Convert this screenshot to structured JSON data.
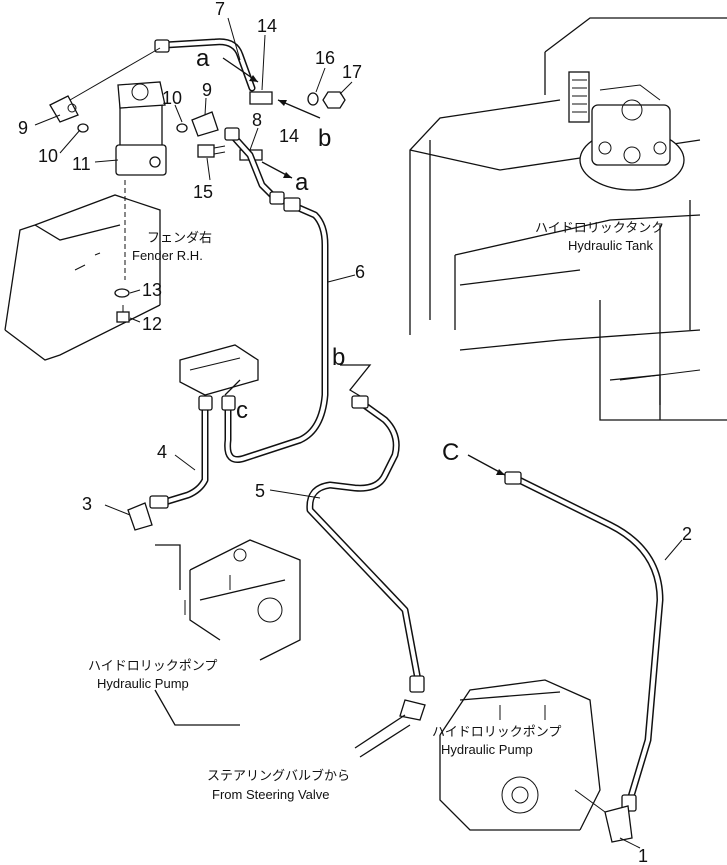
{
  "parts": {
    "p1": "1",
    "p2": "2",
    "p3": "3",
    "p4": "4",
    "p5": "5",
    "p6": "6",
    "p7": "7",
    "p8": "8",
    "p9a": "9",
    "p9b": "9",
    "p10a": "10",
    "p10b": "10",
    "p11": "11",
    "p12": "12",
    "p13": "13",
    "p14a": "14",
    "p14b": "14",
    "p15": "15",
    "p16": "16",
    "p17": "17"
  },
  "refs": {
    "a_top": "a",
    "a_right": "a",
    "b_top": "b",
    "b_mid": "b",
    "c_mid": "c",
    "c_right": "C"
  },
  "captions": {
    "fender_jp": "フェンダ右",
    "fender_en": "Fender R.H.",
    "tank_jp": "ハイドロリックタンク",
    "tank_en": "Hydraulic Tank",
    "pump_left_jp": "ハイドロリックポンプ",
    "pump_left_en": "Hydraulic Pump",
    "pump_right_jp": "ハイドロリックポンプ",
    "pump_right_en": "Hydraulic Pump",
    "steer_jp": "ステアリングバルブから",
    "steer_en": "From Steering Valve"
  }
}
